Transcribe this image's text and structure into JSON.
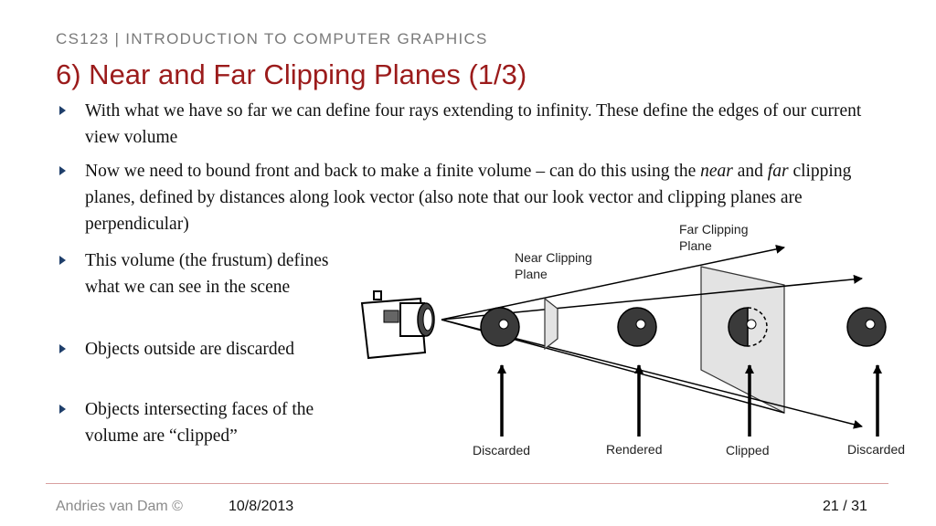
{
  "header": {
    "course": "CS123 | INTRODUCTION TO COMPUTER GRAPHICS",
    "title": "6) Near and Far Clipping Planes (1/3)"
  },
  "bullets": {
    "b1": "With what we have so far we can define four rays extending to infinity. These define the edges of our current view volume",
    "b2_pre": "Now we need to bound front and back to make a finite volume – can do this using the ",
    "b2_near": "near",
    "b2_mid": " and ",
    "b2_far": "far",
    "b2_post": " clipping planes, defined by distances along look vector (also note that our look vector and clipping planes are perpendicular)",
    "b3": "This volume (the frustum) defines what we can see in the scene",
    "b4": "Objects outside are discarded",
    "b5": "Objects intersecting faces of the volume are “clipped”"
  },
  "diagram": {
    "far_label_1": "Far Clipping",
    "far_label_2": "Plane",
    "near_label_1": "Near Clipping",
    "near_label_2": "Plane",
    "status_1": "Discarded",
    "status_2": "Rendered",
    "status_3": "Clipped",
    "status_4": "Discarded"
  },
  "footer": {
    "author": "Andries van Dam ©",
    "date": "10/8/2013",
    "page": "21 / 31"
  }
}
